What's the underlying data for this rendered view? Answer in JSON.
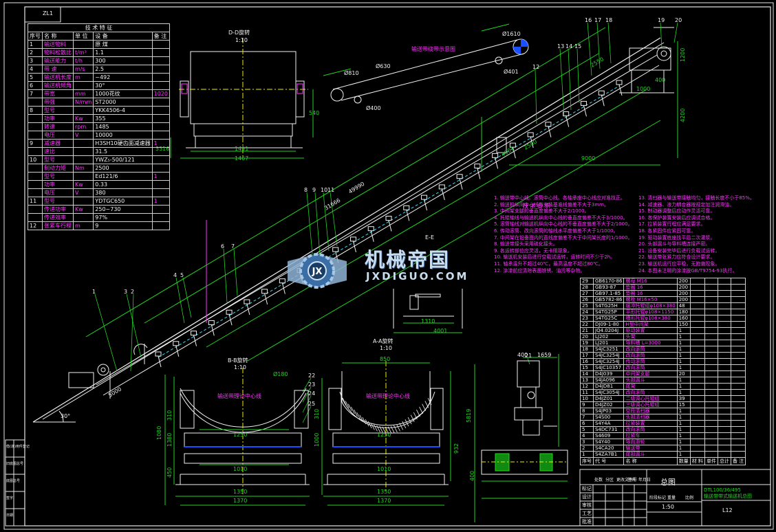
{
  "drawing": {
    "tag": "ZL1",
    "sheet_label": "L12",
    "title_block_main": "总图",
    "title_block_drawing_no": "DTL100/36/495",
    "title_block_sub": "输送带带式输送机总图",
    "colors": {
      "background": "#000000",
      "frame": "#e8e8e8",
      "part": "#f2f2f2",
      "dim": "#22d422",
      "text": "#ff33ff",
      "center": "#f0f000",
      "hidden": "#33e0ff",
      "accent": "#1a50ff"
    }
  },
  "spec_table": {
    "title": "技 术 特 征",
    "header": [
      "序号",
      "名 称",
      "单 位",
      "设 备",
      "备 注"
    ],
    "rows": [
      [
        "1",
        "输送物料",
        "",
        "原 煤",
        ""
      ],
      [
        "2",
        "物料松散比",
        "t/m³",
        "1.1",
        ""
      ],
      [
        "3",
        "输送能力",
        "t/h",
        "300",
        ""
      ],
      [
        "4",
        "带 速",
        "m/s",
        "2.5",
        ""
      ],
      [
        "5",
        "输送机长度",
        "m",
        "~492",
        ""
      ],
      [
        "6",
        "输送机倾角",
        "",
        "30°",
        ""
      ],
      [
        "7",
        "带宽",
        "mm",
        "1000花纹",
        "1020"
      ],
      [
        "",
        "带强",
        "N/mm",
        "ST2000",
        ""
      ],
      [
        "8",
        "型号",
        "",
        "YKK4506-4",
        ""
      ],
      [
        "",
        "功率",
        "Kw",
        "355",
        ""
      ],
      [
        "",
        "转速",
        "rpm",
        "1485",
        ""
      ],
      [
        "",
        "电压",
        "V",
        "10000",
        ""
      ],
      [
        "9",
        "减速器",
        "",
        "H3SH10硬齿面减速器",
        "1"
      ],
      [
        "",
        "速比",
        "",
        "31.5",
        ""
      ],
      [
        "10",
        "型号",
        "",
        "YWZ₅-500/121",
        ""
      ],
      [
        "",
        "制动力矩",
        "Nm",
        "2500",
        ""
      ],
      [
        "",
        "型号",
        "",
        "Ed121/6",
        "1"
      ],
      [
        "",
        "功率",
        "Kw",
        "0.33",
        ""
      ],
      [
        "",
        "电压",
        "V",
        "380",
        ""
      ],
      [
        "11",
        "型号",
        "",
        "YDTGC650",
        "1"
      ],
      [
        "",
        "传递功率",
        "Kw",
        "250~730",
        ""
      ],
      [
        "",
        "传递效率",
        "",
        "97%",
        ""
      ],
      [
        "12",
        "张紧车行程",
        "m",
        "9",
        ""
      ]
    ]
  },
  "views": {
    "dd_title": "D-D旋转",
    "dd_scale": "1:10",
    "dd_dims": [
      "1451",
      "1467",
      "540",
      "5316"
    ],
    "ee_title": "E-E",
    "ee_dims": [
      "1310",
      "4001"
    ],
    "bb_title": "B-B旋转",
    "bb_scale": "1:10",
    "bb_center": "输送带理论中心线",
    "bb_dims": [
      "1250",
      "1010",
      "1350",
      "1370",
      "1080",
      "1380",
      "450",
      "310",
      "Ø180"
    ],
    "aa_title": "A-A旋转",
    "aa_scale": "1:10",
    "aa_center": "输送带理论中心线",
    "aa_dims": [
      "850",
      "1250",
      "1010",
      "1350",
      "1370",
      "932",
      "1000",
      "310"
    ],
    "drive_dims": [
      "1659",
      "400",
      "5819",
      "400"
    ],
    "belt_path_title": "输送带绕带示意图",
    "belt_path_dims": [
      "Ø1610",
      "Ø810",
      "Ø630",
      "Ø400",
      "Ø401"
    ],
    "main_dims": [
      "49990",
      "31666",
      "4001",
      "9000",
      "1200",
      "400",
      "2550",
      "1000",
      "2500",
      "4200",
      "5000",
      "30°"
    ],
    "balloons": [
      "1",
      "2",
      "3",
      "4",
      "5",
      "6",
      "7",
      "8",
      "9",
      "10",
      "11",
      "12",
      "13",
      "14",
      "15",
      "16",
      "17",
      "18",
      "19",
      "20",
      "21",
      "22",
      "23",
      "24",
      "25"
    ]
  },
  "notes": {
    "title": "技 术 要 求",
    "left": [
      "1. 输送带中心线、滚筒中心线、各轴承座中心线应对准找正。",
      "2. 输送机纵向中心线与安装基准线偏差不大于3mm。",
      "3. 中间架支腿的垂直度偏差不大于2/1000。",
      "4. 托辊轴线与输送机纵向中心线的垂直度偏差不大于3/1000。",
      "5. 滚筒轴线对输送机纵向中心线的不垂直度偏差不大于2/1000。",
      "6. 传动滚筒、改向滚筒的轴线水平度偏差不大于1/1000。",
      "7. 中间架在铅垂面内的直线度偏差不大于中间架长度的1/1000。",
      "8. 输送带接头采用硫化接头。",
      "9. 各运转部位应灵活，无卡阻现象。",
      "10. 输送机安装后进行空载试运转，运转时间不少于2h。",
      "11. 轴承温升不超过40℃，最高温度不超过80℃。",
      "12. 涂漆前应清除表面铁锈、油污等杂物。"
    ],
    "right": [
      "13. 清扫器与输送带接触均匀，接触长度不小于85%。",
      "14. 减速器、液力耦合器按规定加注润滑油。",
      "15. 制动器调整后应动作灵活可靠。",
      "16. 各保护装置安装后应调试合格。",
      "17. 拉紧装置行程应满足要求。",
      "18. 各紧固件应紧固可靠。",
      "19. 驱动装置底座找平后二次灌浆。",
      "20. 头部漏斗与导料槽连接严密。",
      "21. 设备安装完毕后进行负载试运转。",
      "22. 输送带张紧力应符合设计要求。",
      "23. 输送机运行应平稳，无跑偏现象。",
      "24. 本图未注明的涂漆按GB/T9754-93执行。"
    ]
  },
  "watermark": {
    "brand": "机械帝国",
    "url": "JXDIGUO.COM"
  },
  "parts_list": {
    "header": [
      "序号",
      "代 号",
      "名 称",
      "数量",
      "材 料",
      "单件",
      "总计",
      "备 注"
    ],
    "rows": [
      [
        "29",
        "GB6170-86",
        "螺母 M16",
        "200",
        "",
        "",
        "",
        ""
      ],
      [
        "28",
        "GB93-87",
        "垫圈 16",
        "200",
        "",
        "",
        "",
        ""
      ],
      [
        "27",
        "GB97.1-85",
        "垫圈 16",
        "200",
        "",
        "",
        "",
        ""
      ],
      [
        "26",
        "GB5782-86",
        "螺栓 M16×50",
        "200",
        "",
        "",
        "",
        ""
      ],
      [
        "25",
        "S4TG25H",
        "缓冲托辊组φ108×380",
        "48",
        "",
        "",
        "",
        ""
      ],
      [
        "24",
        "S4TG25P",
        "平形托辊φ108×1150",
        "180",
        "",
        "",
        "",
        ""
      ],
      [
        "23",
        "S4TG25C",
        "槽形托辊φ108×380",
        "160",
        "",
        "",
        "",
        ""
      ],
      [
        "22",
        "DJ09-1-80",
        "H型中间架",
        "150",
        "",
        "",
        "",
        ""
      ],
      [
        "21",
        "JQ4.0204J",
        "驱动装置",
        "1",
        "",
        "",
        "",
        ""
      ],
      [
        "20",
        "LJ202",
        "头架",
        "1",
        "",
        "",
        "",
        ""
      ],
      [
        "19",
        "LJ201",
        "导料槽 L=3000",
        "1",
        "",
        "",
        "",
        ""
      ],
      [
        "18",
        "S4JC3251",
        "改向滚筒",
        "1",
        "",
        "",
        "",
        ""
      ],
      [
        "17",
        "S4JC3254J",
        "改向滚筒",
        "1",
        "",
        "",
        "",
        ""
      ],
      [
        "16",
        "S4JC3254J",
        "传动滚筒",
        "1",
        "",
        "",
        "",
        ""
      ],
      [
        "15",
        "S4JC10357",
        "改向滚筒",
        "1",
        "",
        "",
        "",
        ""
      ],
      [
        "14",
        "D4J039",
        "中间架支腿",
        "20",
        "",
        "",
        "",
        ""
      ],
      [
        "13",
        "S4JA096",
        "头部漏斗",
        "1",
        "",
        "",
        "",
        ""
      ],
      [
        "12",
        "D4JD81",
        "尾架",
        "1",
        "",
        "",
        "",
        ""
      ],
      [
        "11",
        "S4JC3054J",
        "改向滚筒",
        "1",
        "",
        "",
        "",
        ""
      ],
      [
        "10",
        "D4JZ01",
        "二级调心托辊组",
        "39",
        "",
        "",
        "",
        ""
      ],
      [
        "9",
        "D4JZ02",
        "三级调心托辊组",
        "15",
        "",
        "",
        "",
        ""
      ],
      [
        "8",
        "S4JP03",
        "空段清扫器",
        "1",
        "",
        "",
        "",
        ""
      ],
      [
        "7",
        "S4S00",
        "头部清扫器",
        "1",
        "",
        "",
        "",
        ""
      ],
      [
        "6",
        "S4Y4A",
        "拉紧装置",
        "1",
        "",
        "",
        "",
        ""
      ],
      [
        "5",
        "S4DC731",
        "改向滚筒",
        "1",
        "",
        "",
        "",
        ""
      ],
      [
        "4",
        "S4609",
        "拉紧车",
        "1",
        "",
        "",
        "",
        ""
      ],
      [
        "3",
        "S4Y40",
        "导向滑轮",
        "1",
        "",
        "",
        "",
        ""
      ],
      [
        "2",
        "S4CA20",
        "输送带",
        "1",
        "",
        "",
        "",
        ""
      ],
      [
        "1",
        "S4ZA7B1",
        "尾部漏斗",
        "1",
        "",
        "",
        "",
        ""
      ]
    ]
  },
  "title_block": {
    "rows": [
      "标记",
      "设计",
      "审核",
      "工艺",
      "批准"
    ],
    "cols": [
      "处数",
      "分区",
      "更改文件号",
      "签名",
      "年月日"
    ],
    "fields": [
      "阶段标记",
      "重量",
      "比例"
    ],
    "scale": "1:50"
  },
  "revision_strip": [
    "借(通)用件登记",
    "旧底图总号",
    "底图总号",
    "签字",
    "日期"
  ]
}
